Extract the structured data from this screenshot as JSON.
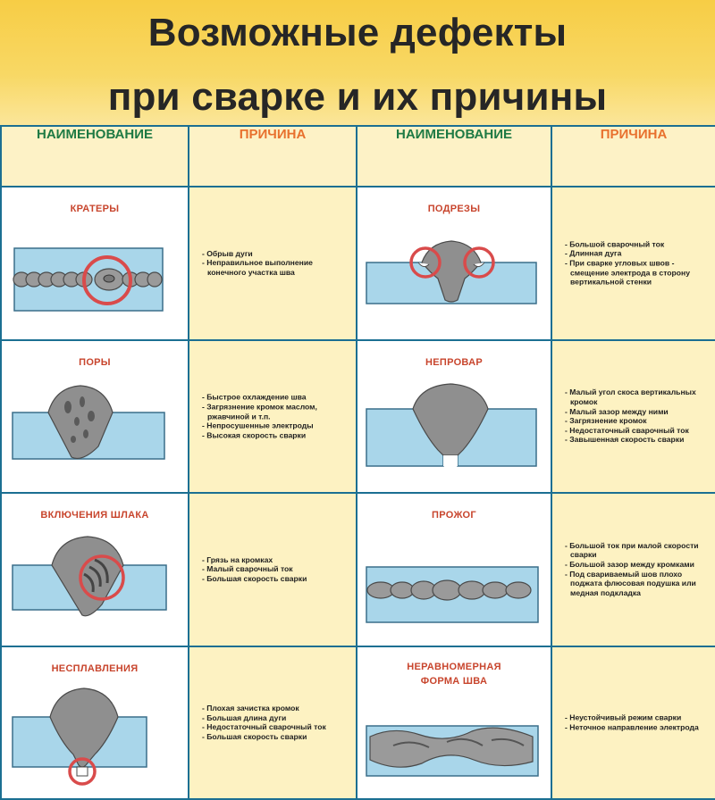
{
  "title": {
    "line1": "Возможные дефекты",
    "line2": "при сварке и их причины"
  },
  "headers": {
    "name": "НАИМЕНОВАНИЕ",
    "reason": "ПРИЧИНА"
  },
  "colors": {
    "header_bg": "#f8d45a",
    "grid_line": "#1b6f92",
    "metal": "#a9d6ea",
    "weld": "#8f8f8f",
    "highlight_ring": "#d94b4b",
    "label_red": "#c8452d",
    "header_green": "#1e7a44",
    "header_orange": "#e8712e"
  },
  "defects": [
    {
      "name": "КРАТЕРЫ",
      "icon": "crater-defect-icon",
      "reasons": [
        "Обрыв дуги",
        "Неправильное выполнение конечного участка шва"
      ]
    },
    {
      "name": "ПОДРЕЗЫ",
      "icon": "undercut-defect-icon",
      "reasons": [
        "Большой сварочный ток",
        "Длинная дуга",
        "При сварке угловых швов - смещение электрода в сторону вертикальной стенки"
      ]
    },
    {
      "name": "ПОРЫ",
      "icon": "pores-defect-icon",
      "reasons": [
        "Быстрое охлаждение шва",
        "Загрязнение кромок маслом, ржавчиной и т.п.",
        "Непросушенные электроды",
        "Высокая скорость сварки"
      ]
    },
    {
      "name": "НЕПРОВАР",
      "icon": "lack-of-penetration-icon",
      "reasons": [
        "Малый угол скоса вертикальных кромок",
        "Малый зазор между ними",
        "Загрязнение кромок",
        "Недостаточный сварочный ток",
        "Завышенная скорость сварки"
      ]
    },
    {
      "name": "ВКЛЮЧЕНИЯ ШЛАКА",
      "icon": "slag-inclusion-icon",
      "reasons": [
        "Грязь на кромках",
        "Малый сварочный ток",
        "Большая скорость сварки"
      ]
    },
    {
      "name": "ПРОЖОГ",
      "icon": "burn-through-icon",
      "reasons": [
        "Большой ток при малой скорости сварки",
        "Большой зазор между кромками",
        "Под свариваемый шов плохо поджата флюсовая подушка или медная подкладка"
      ]
    },
    {
      "name": "НЕСПЛАВЛЕНИЯ",
      "icon": "lack-of-fusion-icon",
      "reasons": [
        "Плохая зачистка кромок",
        "Большая длина дуги",
        "Недостаточный сварочный ток",
        "Большая скорость сварки"
      ]
    },
    {
      "name_line1": "НЕРАВНОМЕРНАЯ",
      "name_line2": "ФОРМА ШВА",
      "icon": "uneven-weld-icon",
      "reasons": [
        "Неустойчивый режим сварки",
        "Неточное направление электрода"
      ]
    }
  ]
}
